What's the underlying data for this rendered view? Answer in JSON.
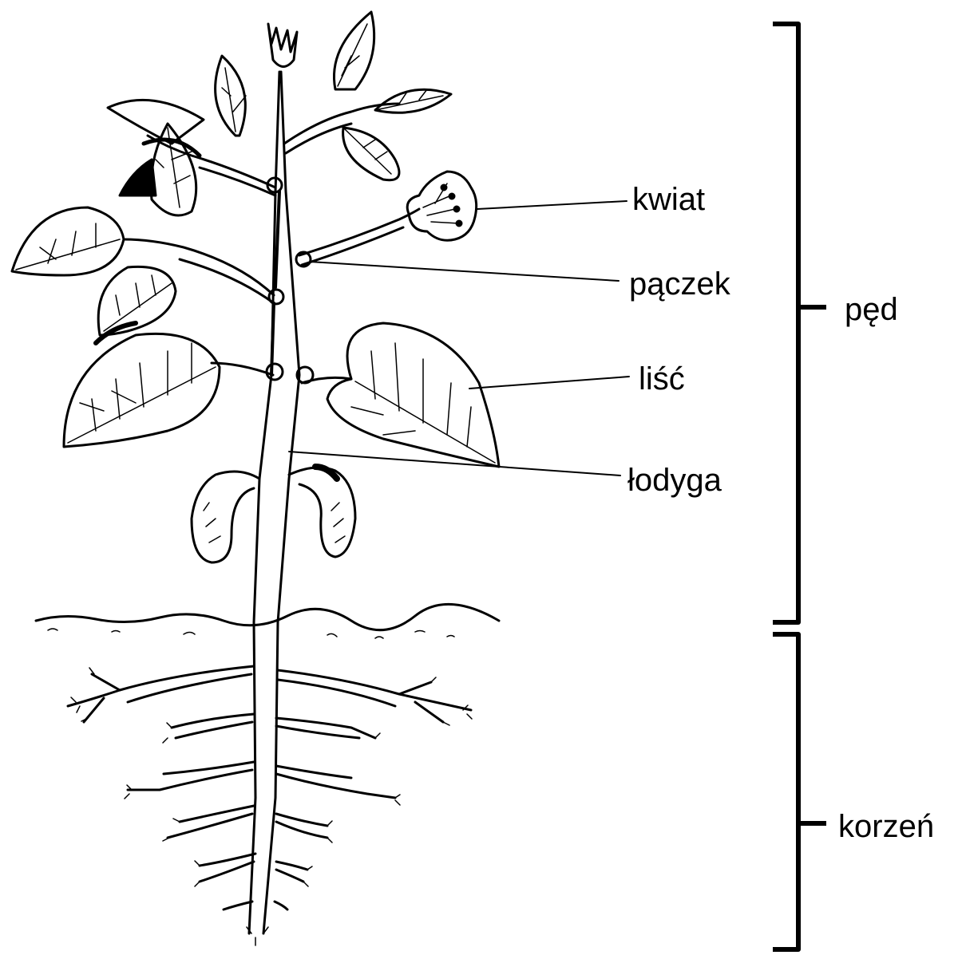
{
  "labels": {
    "flower": "kwiat",
    "bud": "pączek",
    "leaf": "liść",
    "stem": "łodyga"
  },
  "brackets": {
    "shoot": "pęd",
    "root": "korzeń"
  }
}
